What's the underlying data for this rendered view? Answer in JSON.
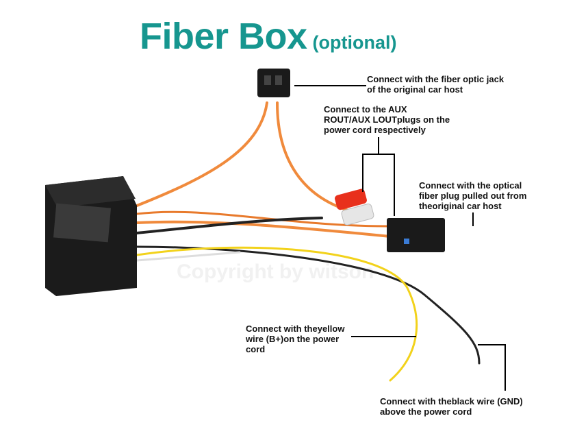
{
  "title": {
    "main": "Fiber Box",
    "note": "(optional)"
  },
  "watermark": "Copyright by witson",
  "labels": {
    "fiber_jack": [
      "Connect with the fiber optic jack",
      "of the original car host"
    ],
    "aux": [
      "Connect to the AUX",
      "ROUT/AUX LOUTplugs on the",
      "power cord respectively"
    ],
    "optical_plug": [
      "Connect with the optical",
      "fiber plug pulled out from",
      "theoriginal car host"
    ],
    "yellow_wire": [
      "Connect with theyellow",
      "wire (B+)on the power",
      "cord"
    ],
    "black_wire": [
      "Connect with theblack wire (GND)",
      "above the power cord"
    ]
  },
  "colors": {
    "title": "#16968f",
    "fiber": "#f08a3c",
    "yellow": "#f2d21b",
    "rca_red": "#e8301c"
  }
}
